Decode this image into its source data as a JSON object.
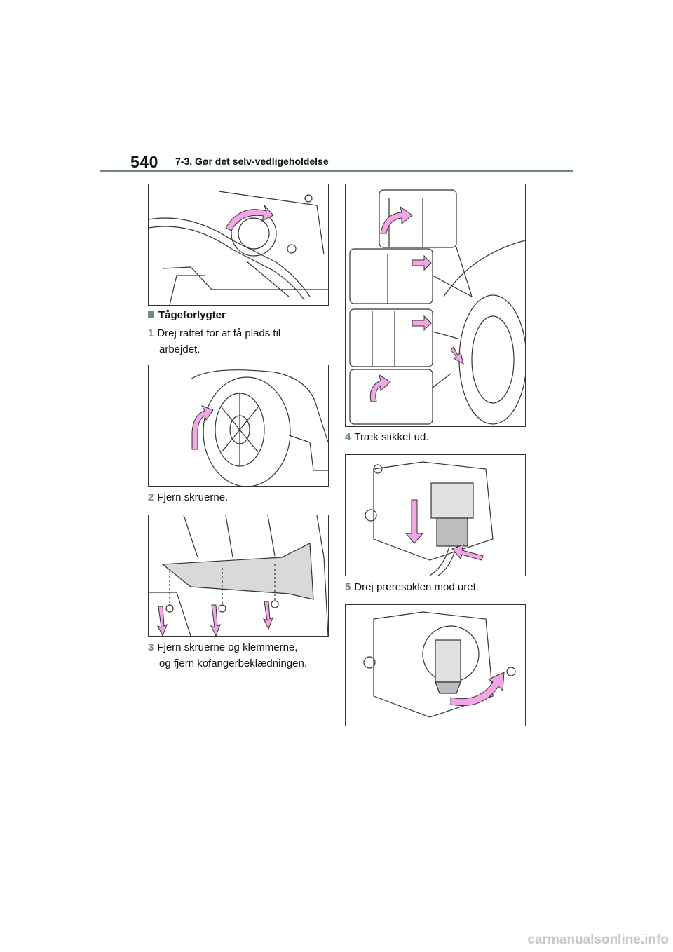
{
  "header": {
    "page_number": "540",
    "section_title": "7-3. Gør det selv-vedligeholdelse"
  },
  "left_column": {
    "heading": "Tågeforlygter",
    "step1_num": "1",
    "step1_line1": "Drej rattet for at få plads til",
    "step1_line2": "arbejdet.",
    "step2_num": "2",
    "step2_text": "Fjern skruerne.",
    "step3_num": "3",
    "step3_line1": "Fjern skruerne og klemmerne,",
    "step3_line2": "og fjern kofangerbeklædningen."
  },
  "right_column": {
    "step4_num": "4",
    "step4_text": "Træk stikket ud.",
    "step5_num": "5",
    "step5_text": "Drej pæresoklen mod uret."
  },
  "colors": {
    "accent": "#6f8a80",
    "arrow_pink": "#f2a6e6",
    "line": "#333333"
  },
  "watermark": "carmanualsonline.info"
}
